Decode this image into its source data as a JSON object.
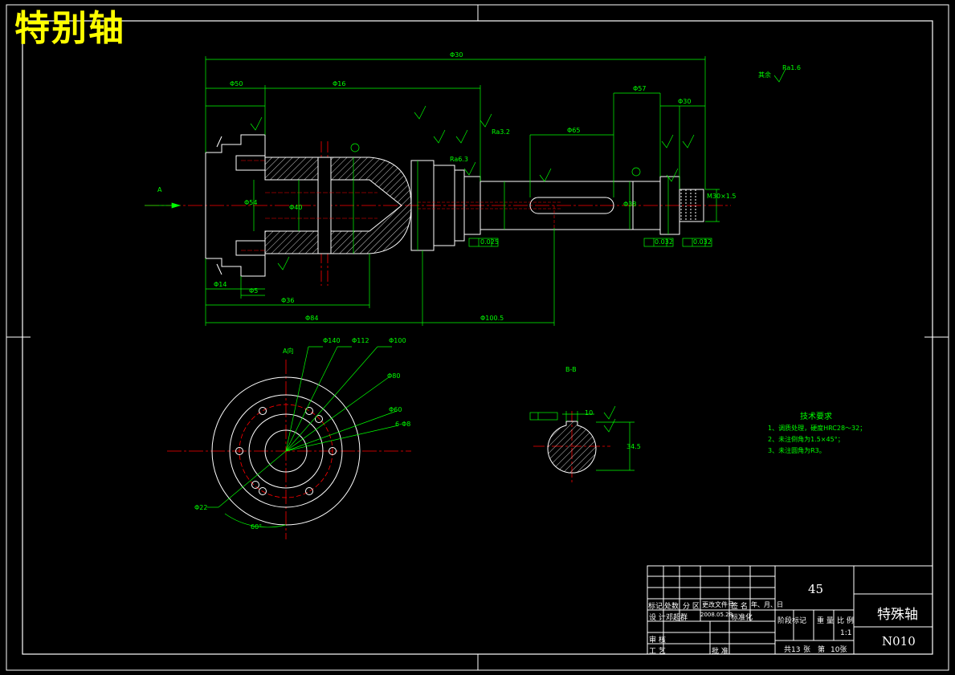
{
  "overlay_title": "特别轴",
  "dimensions": {
    "overall_length": "Φ30",
    "d_total_bottom": "Φ84",
    "d_right_bottom": "Φ100.5",
    "d_inner": "Φ54",
    "d_bore": "Φ40",
    "d_key": "Φ38",
    "r_a": "Φ22",
    "bottom_left1": "Φ14",
    "bottom_left2": "Φ5",
    "bottom_mid": "Φ36",
    "len_a": "Φ50",
    "len_b": "Φ16",
    "len_c": "Φ65",
    "len_d": "Φ57",
    "len_e": "Φ30",
    "ra": "Ra1.6",
    "ra2": "Ra3.2",
    "ra3": "Ra6.3",
    "tol": "0.025",
    "tol2": "0.032",
    "section_label": "B-B",
    "view_label": "A向",
    "hole_label": "6-Φ8",
    "pcd1": "Φ140",
    "pcd2": "Φ112",
    "pcd3": "Φ100",
    "pcd4": "Φ80",
    "pcd5": "Φ60",
    "angle_label": "60°",
    "key_w": "10",
    "key_d": "34.5",
    "surface_finish_note": "其余",
    "thread": "M30×1.5",
    "arrow_label": "A"
  },
  "tech_requirements": {
    "title": "技术要求",
    "items": [
      "1、调质处理，硬度HRC28～32；",
      "2、未注倒角为1.5×45°；",
      "3、未注圆角为R3。"
    ]
  },
  "title_block": {
    "material": "45",
    "part_name": "特殊轴",
    "drawing_no": "N010",
    "scale": "1:1",
    "row_headers": [
      "标记",
      "处数",
      "分 区",
      "更改文件号",
      "签 名",
      "年、月、日"
    ],
    "design": "设 计",
    "designer": "邓超群",
    "date": "2008.05.28",
    "standard": "标准化",
    "review": "审 核",
    "process": "工 艺",
    "approve": "批 准",
    "stage": "阶段标记",
    "weight": "重 量",
    "ratio": "比 例",
    "sheets": "共13",
    "sheet_word": "张",
    "sheet_no": "第",
    "sheet_no2": "10张"
  },
  "colors": {
    "outline": "#ffffff",
    "dimension": "#00ff00",
    "center": "#ff0000",
    "title": "#ffff00"
  }
}
